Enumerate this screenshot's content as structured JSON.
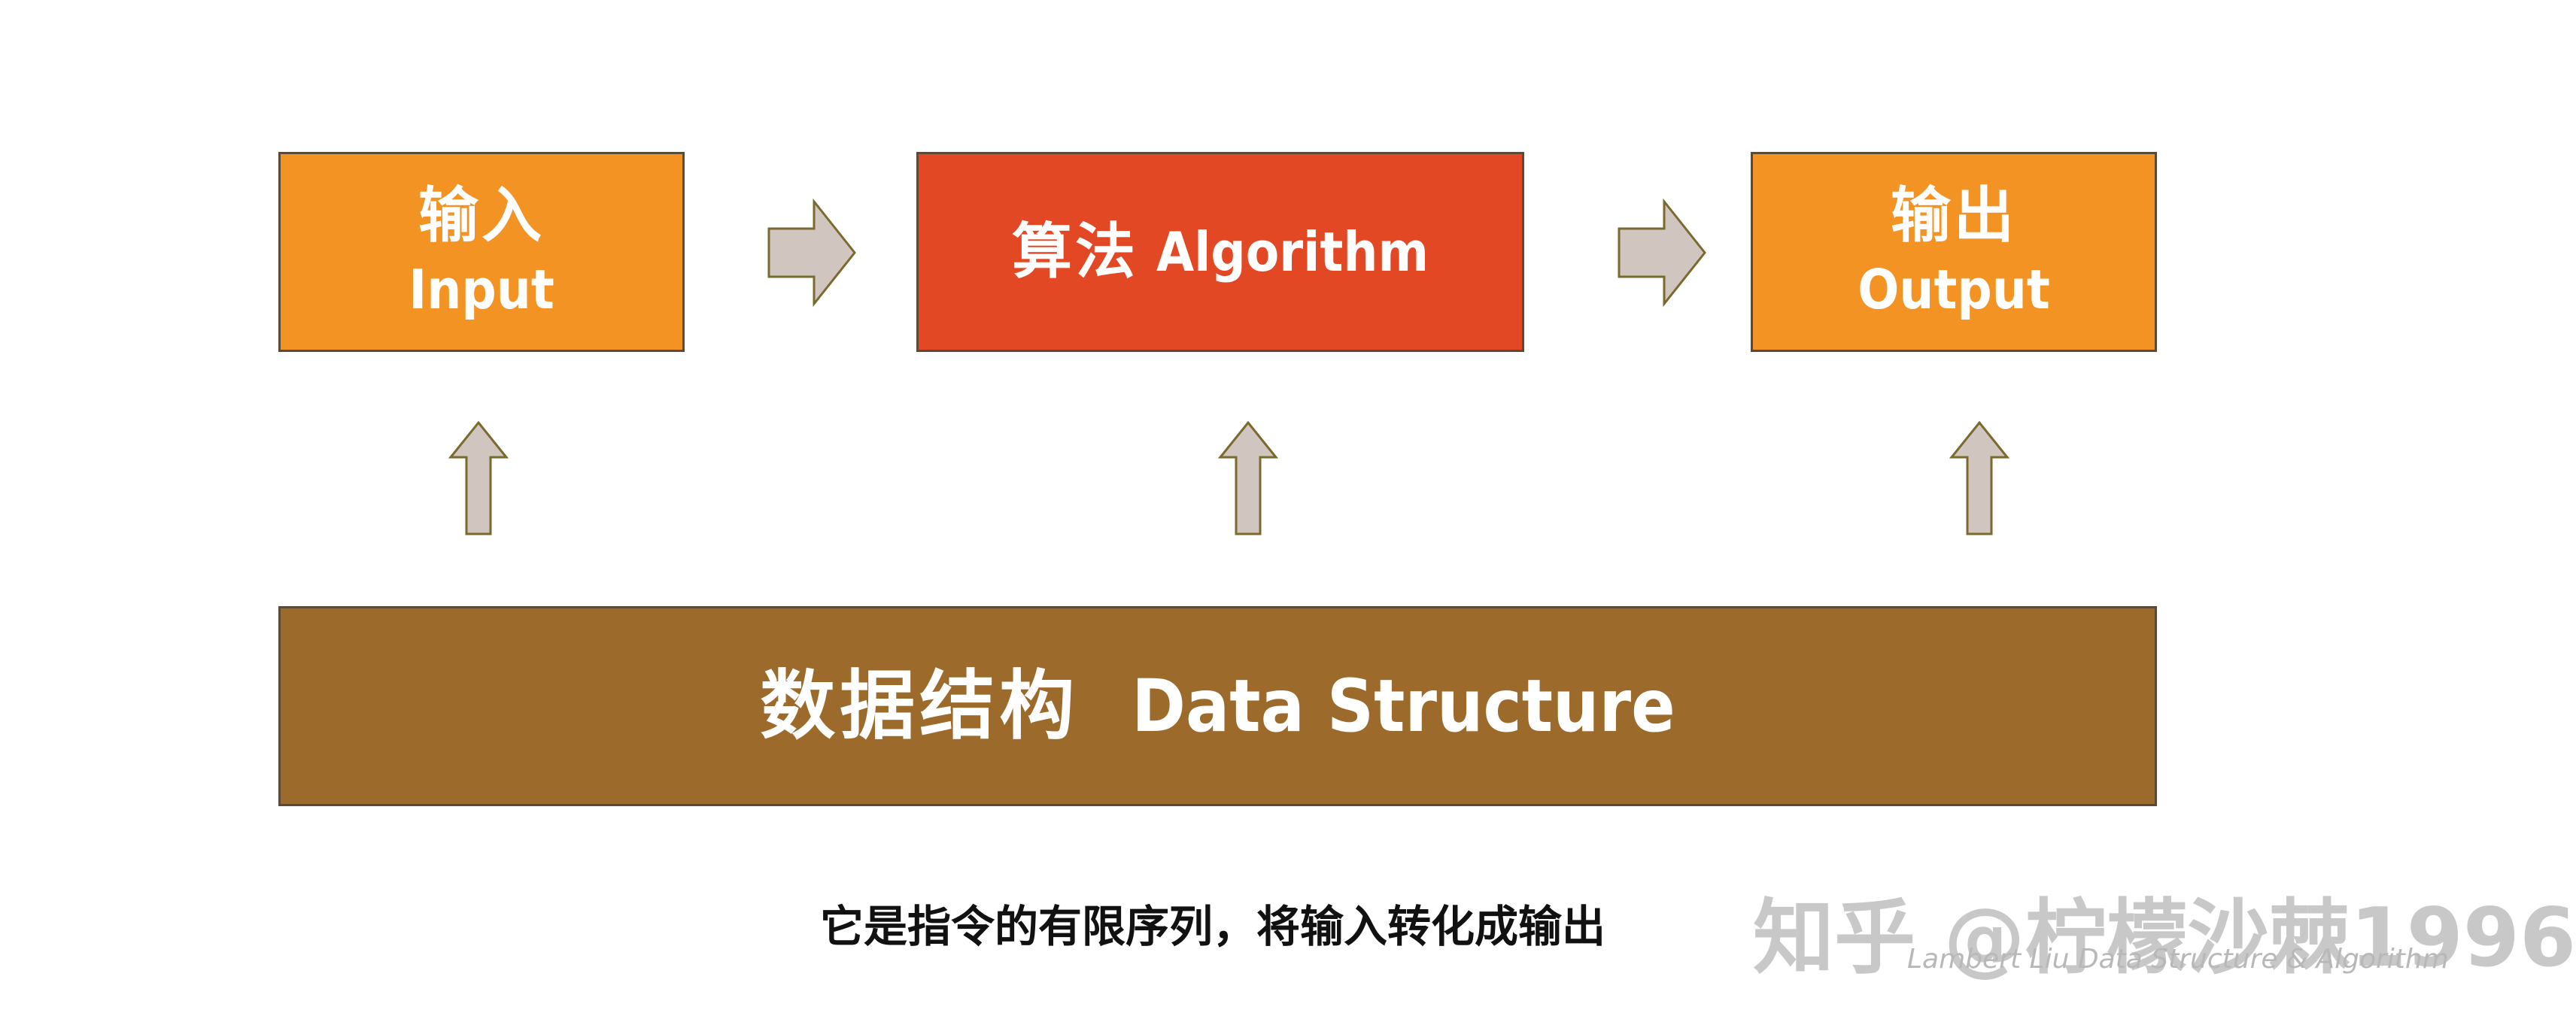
{
  "boxes": {
    "input": {
      "zh": "输入",
      "en": "Input",
      "color": "#F39323"
    },
    "algorithm": {
      "zh": "算法",
      "en": "Algorithm",
      "color": "#E34825"
    },
    "output": {
      "zh": "输出",
      "en": "Output",
      "color": "#F39323"
    },
    "data_structure": {
      "zh": "数据结构",
      "en": "Data Structure",
      "color": "#9C6A2B"
    }
  },
  "arrow_color": "#D0C5BF",
  "arrow_border": "#7A6A2E",
  "caption": "它是指令的有限序列，将输入转化成输出",
  "watermark": {
    "main": "知乎 @柠檬沙棘1996",
    "sub": "Lambert Liu   Data Structure & Algorithm"
  }
}
